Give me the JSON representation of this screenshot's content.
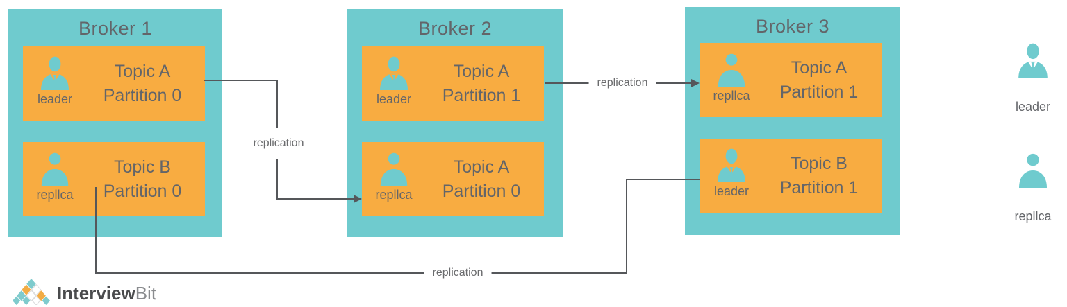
{
  "colors": {
    "broker_fill": "#6FCBCE",
    "partition_fill": "#F8AC41",
    "text_gray": "#636569",
    "connector_gray": "#55575A",
    "logo_teal": "#7FCBCD",
    "logo_orange": "#F2AC45",
    "logo_text_dark": "#4A4B4D",
    "logo_text_light": "#8A8C8F"
  },
  "brokers": [
    {
      "title": "Broker 1",
      "partitions": [
        {
          "topic": "Topic A",
          "partition": "Partition 0",
          "role": "leader",
          "icon": "leader-person-icon"
        },
        {
          "topic": "Topic B",
          "partition": "Partition 0",
          "role": "repllca",
          "icon": "replica-person-icon"
        }
      ]
    },
    {
      "title": "Broker 2",
      "partitions": [
        {
          "topic": "Topic A",
          "partition": "Partition 1",
          "role": "leader",
          "icon": "leader-person-icon"
        },
        {
          "topic": "Topic A",
          "partition": "Partition 0",
          "role": "repllca",
          "icon": "replica-person-icon"
        }
      ]
    },
    {
      "title": "Broker 3",
      "partitions": [
        {
          "topic": "Topic A",
          "partition": "Partition 1",
          "role": "repllca",
          "icon": "replica-person-icon"
        },
        {
          "topic": "Topic B",
          "partition": "Partition 1",
          "role": "leader",
          "icon": "leader-person-icon"
        }
      ]
    }
  ],
  "connectors": [
    {
      "label": "replication",
      "from": "Broker 1 Topic A Partition 0",
      "to": "Broker 2 Topic A Partition 0",
      "arrowhead": true
    },
    {
      "label": "replication",
      "from": "Broker 2 Topic A Partition 1",
      "to": "Broker 3 Topic A Partition 1",
      "arrowhead": true
    },
    {
      "label": "replication",
      "from": "Broker 1 Topic B Partition 0",
      "to": "Broker 3 Topic B Partition 1",
      "arrowhead": false
    }
  ],
  "legend": {
    "items": [
      {
        "label": "leader",
        "icon": "leader-person-icon"
      },
      {
        "label": "repllca",
        "icon": "replica-person-icon"
      }
    ]
  },
  "logo": {
    "part1": "Interview",
    "part2": "Bit"
  }
}
